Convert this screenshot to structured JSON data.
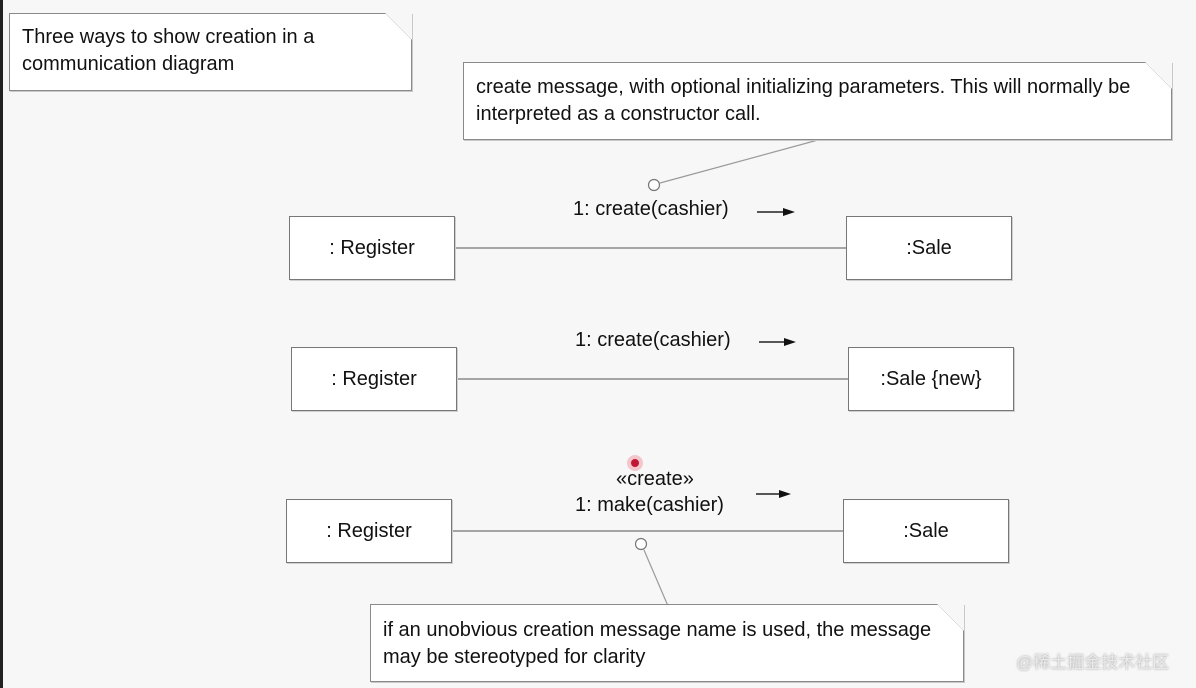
{
  "title_note": {
    "text": "Three ways to show creation in a communication diagram"
  },
  "notes": {
    "top": "create message, with optional initializing parameters. This will normally be interpreted as a constructor call.",
    "bottom": "if an unobvious creation message name is used, the message may be stereotyped for clarity"
  },
  "rows": [
    {
      "left": ": Register",
      "right": ":Sale",
      "message": "1: create(cashier)"
    },
    {
      "left": ": Register",
      "right": ":Sale {new}",
      "message": "1: create(cashier)"
    },
    {
      "left": ": Register",
      "right": ":Sale",
      "stereotype": "«create»",
      "message": "1: make(cashier)"
    }
  ],
  "watermark": "@稀土掘金技术社区"
}
